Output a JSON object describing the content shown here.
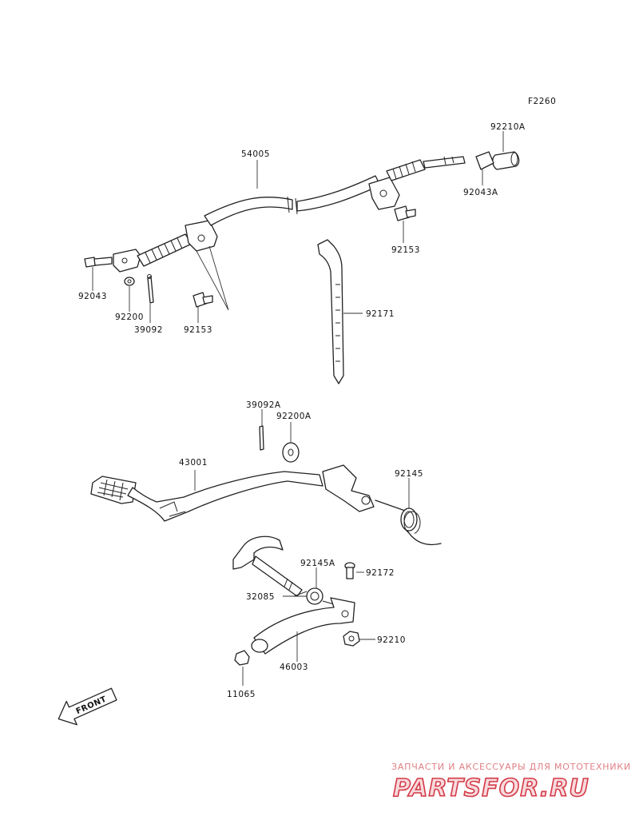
{
  "figure_code": "F2260",
  "labels": {
    "l54005": "54005",
    "l92210A": "92210A",
    "l92043A": "92043A",
    "l92153a": "92153",
    "l92043": "92043",
    "l92200": "92200",
    "l39092": "39092",
    "l92153b": "92153",
    "l92171": "92171",
    "l39092A": "39092A",
    "l92200A": "92200A",
    "l43001": "43001",
    "l92145": "92145",
    "l92145A": "92145A",
    "l92172": "92172",
    "l32085": "32085",
    "l92210": "92210",
    "l46003": "46003",
    "l11065": "11065"
  },
  "front_arrow": "FRONT",
  "watermark": {
    "top_line": "ЗАПЧАСТИ И АКСЕССУАРЫ ДЛЯ МОТОТЕХНИКИ",
    "logo": "PARTSFOR.RU"
  },
  "colors": {
    "line": "#222222",
    "watermark_red": "#d33a48",
    "watermark_pink": "#f7d9dc"
  }
}
